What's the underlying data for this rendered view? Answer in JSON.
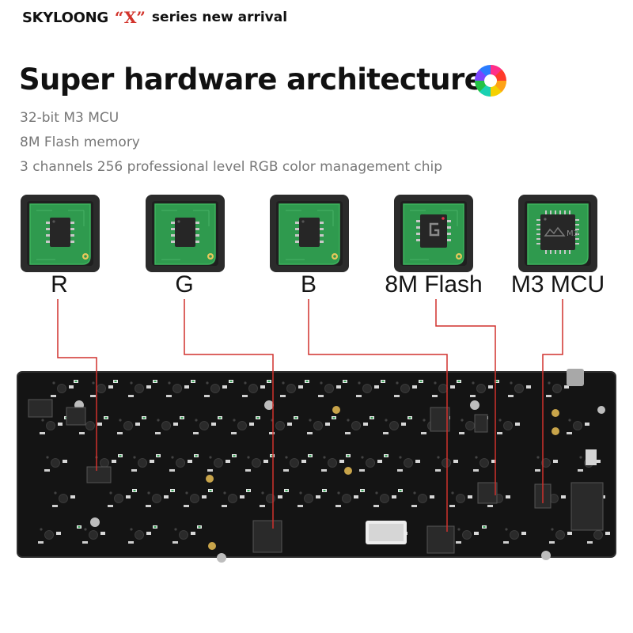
{
  "brand": {
    "name": "SKYLOONG",
    "quote": "“X”",
    "tagline": "series  new arrival"
  },
  "headline": "Super hardware architecture",
  "specs": [
    "32-bit M3 MCU",
    "8M Flash memory",
    "3 channels 256 professional level RGB color management chip"
  ],
  "chips": [
    {
      "label": "R",
      "kind": "soic8"
    },
    {
      "label": "G",
      "kind": "soic8"
    },
    {
      "label": "B",
      "kind": "soic8"
    },
    {
      "label": "8M Flash",
      "kind": "flash",
      "mark": "G"
    },
    {
      "label": "M3 MCU",
      "kind": "mcu",
      "mark": "M3"
    }
  ],
  "colors": {
    "brand_accent": "#d2332b",
    "leader_line": "#d0312d",
    "pcb_board": "#141414",
    "pcb_green": "#2f9a4e",
    "tile_dark": "#2b2b2b"
  }
}
